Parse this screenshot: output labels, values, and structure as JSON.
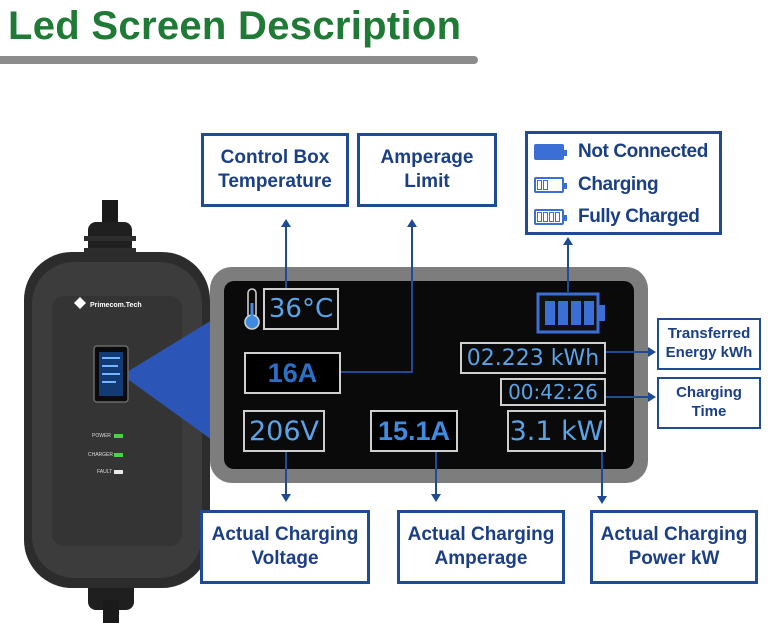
{
  "title": "Led Screen Description",
  "device": {
    "brand": "Primecom.Tech",
    "indicators": [
      "POWER",
      "CHARGER",
      "FAULT"
    ],
    "colors": {
      "body": "#3a3a3a",
      "power_led": "#4fd04a",
      "charger_led": "#4fd04a",
      "fault_led": "#e8e8e8"
    }
  },
  "labels": {
    "temperature": [
      "Control Box",
      "Temperature"
    ],
    "amperage_limit": [
      "Amperage",
      "Limit"
    ],
    "transferred_energy": [
      "Transferred",
      "Energy kWh"
    ],
    "charging_time": [
      "Charging",
      "Time"
    ],
    "voltage": [
      "Actual Charging",
      "Voltage"
    ],
    "amperage": [
      "Actual Charging",
      "Amperage"
    ],
    "power": [
      "Actual Charging",
      "Power kW"
    ]
  },
  "legend": [
    {
      "label": "Not Connected",
      "icon": "battery-solid-icon"
    },
    {
      "label": "Charging",
      "icon": "battery-two-bars-icon"
    },
    {
      "label": "Fully Charged",
      "icon": "battery-four-bars-icon"
    }
  ],
  "screen": {
    "temperature": "36°C",
    "amperage_limit": "16A",
    "energy": "02.223 kWh",
    "time": "00:42:26",
    "voltage": "206V",
    "amperage": "15.1A",
    "power": "3.1 kW",
    "battery_icon": "battery-full-icon"
  },
  "colors": {
    "title": "#1e7a34",
    "accent": "#1f4a94",
    "lcd_text": "#5aa3e8",
    "screen_frame": "#7d7d7d"
  }
}
